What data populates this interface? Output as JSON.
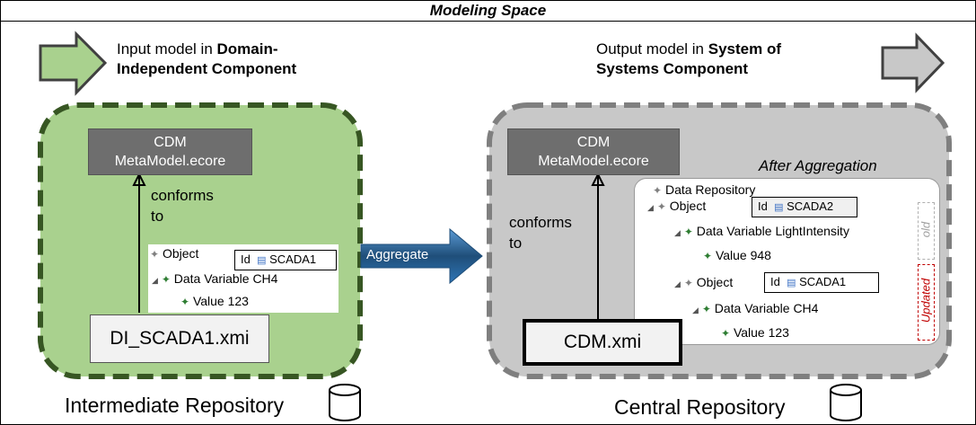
{
  "title": "Modeling Space",
  "left": {
    "caption_line1": "Input model in ",
    "caption_bold1": "Domain-",
    "caption_bold2": "Independent Component",
    "metamodel_line1": "CDM",
    "metamodel_line2": "MetaModel.ecore",
    "conforms_line1": "conforms",
    "conforms_line2": "to",
    "file": "DI_SCADA1.xmi",
    "repository": "Intermediate Repository",
    "tree": {
      "object": "Object",
      "id_key": "Id",
      "id_value": "SCADA1",
      "variable": "Data Variable CH4",
      "value": "Value 123"
    }
  },
  "aggregate_label": "Aggregate",
  "right": {
    "caption_line1": "Output model in ",
    "caption_bold1": "System of",
    "caption_bold2": "Systems Component",
    "metamodel_line1": "CDM",
    "metamodel_line2": "MetaModel.ecore",
    "conforms_line1": "conforms",
    "conforms_line2": "to",
    "after_label": "After Aggregation",
    "file": "CDM.xmi",
    "repository": "Central Repository",
    "old_label": "old",
    "updated_label": "Updated",
    "tree": {
      "root": "Data Repository",
      "object1": "Object",
      "id1_key": "Id",
      "id1_value": "SCADA2",
      "variable1": "Data Variable LightIntensity",
      "value1": "Value 948",
      "object2": "Object",
      "id2_key": "Id",
      "id2_value": "SCADA1",
      "variable2": "Data Variable CH4",
      "value2": "Value 123"
    }
  },
  "colors": {
    "green_fill": "#a9d18e",
    "green_border": "#375623",
    "gray_fill": "#c8c8c8",
    "gray_border": "#7f7f7f",
    "aggregate_arrow": "#1f4e79",
    "updated_red": "#c00000"
  }
}
